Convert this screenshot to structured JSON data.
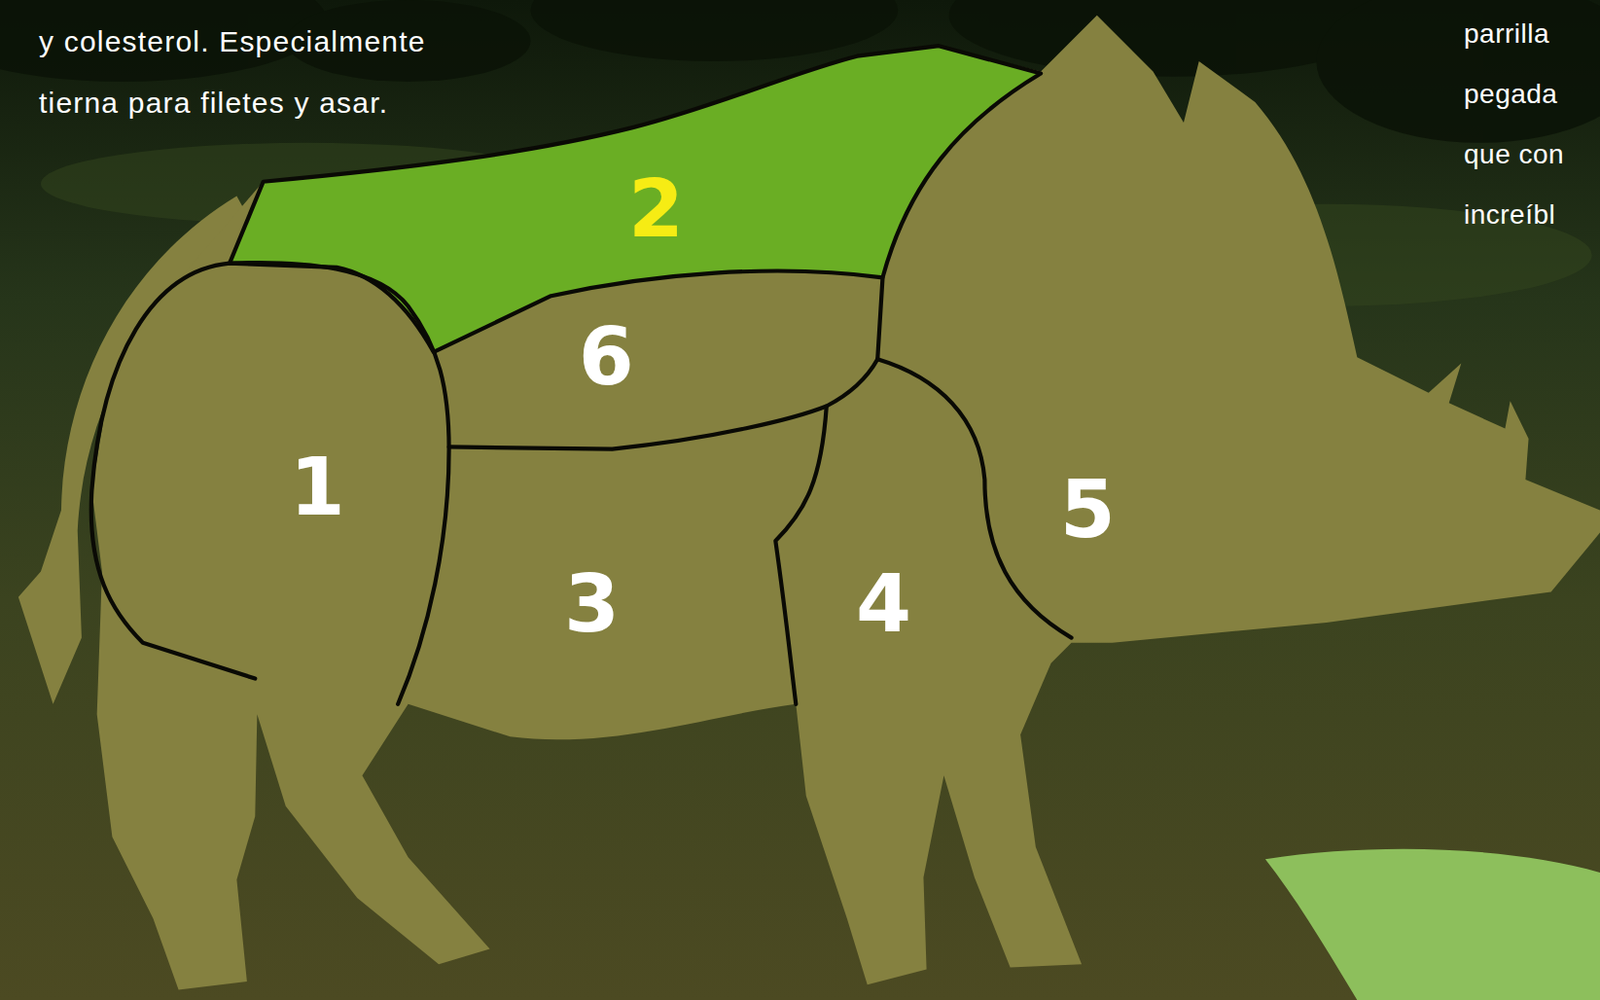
{
  "diagram": {
    "nodes": [
      {
        "text": [
          "2"
        ]
      },
      {
        "text": [
          "6"
        ]
      },
      {
        "text": [
          "1"
        ]
      },
      {
        "text": [
          "5"
        ]
      },
      {
        "text": [
          "3"
        ]
      },
      {
        "text": [
          "4"
        ]
      }
    ],
    "labels": [
      "y colesterol. Especialmente tierna para filetes y asar.",
      "parrilla pegada que con increíbl"
    ]
  }
}
